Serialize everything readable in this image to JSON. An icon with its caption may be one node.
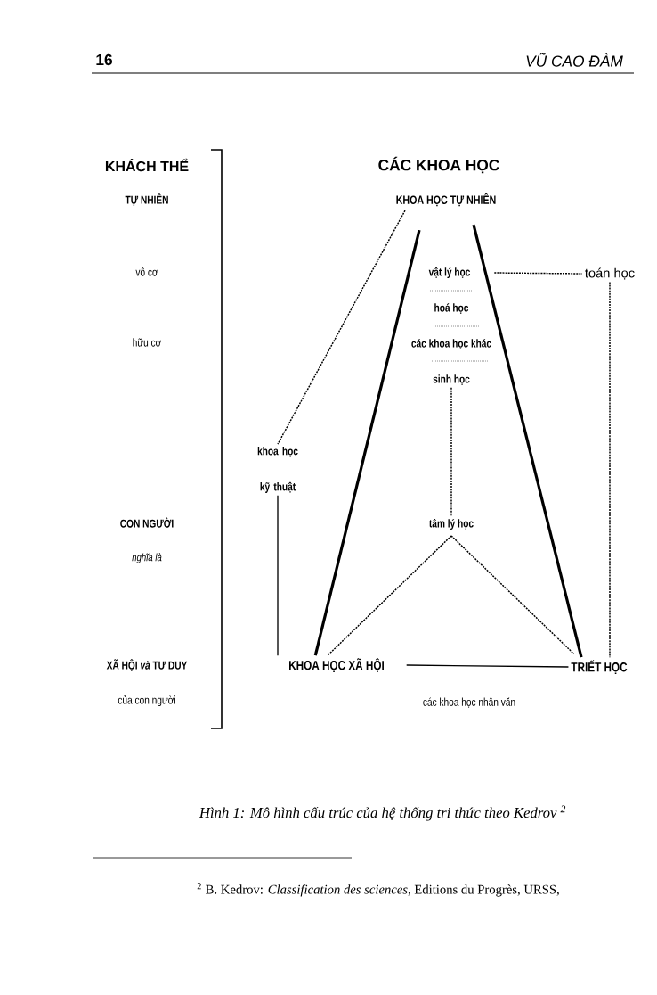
{
  "diagram": {
    "caption": "Hình 1: Mô hình cấu trúc của hệ thống tri thức theo Kedrov $^{2}$",
    "nodes": [
      {
        "text": [
          "KHOA HỌC TỰ NHIÊN"
        ]
      },
      {
        "text": [
          "vật lý học"
        ]
      },
      {
        "text": [
          "toán học"
        ]
      },
      {
        "text": [
          "hoá học"
        ]
      },
      {
        "text": [
          "các khoa học khác"
        ]
      },
      {
        "text": [
          "sinh học"
        ]
      },
      {
        "text": [
          "khoa học kỹ thuật"
        ]
      },
      {
        "text": [
          "tâm lý học"
        ]
      },
      {
        "text": [
          "KHOA HỌC XÃ HỘI"
        ]
      },
      {
        "text": [
          "TRIẾT HỌC"
        ]
      }
    ],
    "edges": [
      {
        "from": 0,
        "to": 6,
        "arrow": "none",
        "style": "dashed"
      },
      {
        "from": 0,
        "to": 8,
        "arrow": "none",
        "style": "thick"
      },
      {
        "from": 0,
        "to": 9,
        "arrow": "none",
        "style": "thick"
      },
      {
        "from": 1,
        "to": 2,
        "arrow": "none",
        "style": "dashed"
      },
      {
        "from": 5,
        "to": 7,
        "arrow": "none",
        "style": "dashed"
      },
      {
        "from": 6,
        "to": 8,
        "arrow": "none"
      },
      {
        "from": 7,
        "to": 8,
        "arrow": "none",
        "style": "dashed"
      },
      {
        "from": 7,
        "to": 9,
        "arrow": "none",
        "style": "dashed"
      },
      {
        "from": 8,
        "to": 9,
        "arrow": "none"
      },
      {
        "from": 2,
        "to": 9,
        "arrow": "none",
        "style": "dashed"
      }
    ],
    "labels": [
      "16",
      "VŨ CAO ĐÀM",
      "KHÁCH THỂ",
      "CÁC KHOA HỌC",
      "TỰ NHIÊN",
      "vô cơ",
      "hữu cơ",
      "CON NGƯỜI",
      "nghĩa là",
      "XÃ HỘI *và* TƯ DUY",
      "của con người",
      "các khoa học nhân văn",
      "$^{2}$ B. Kedrov: *Classification des sciences*, Editions du Progrès, URSS,"
    ]
  }
}
